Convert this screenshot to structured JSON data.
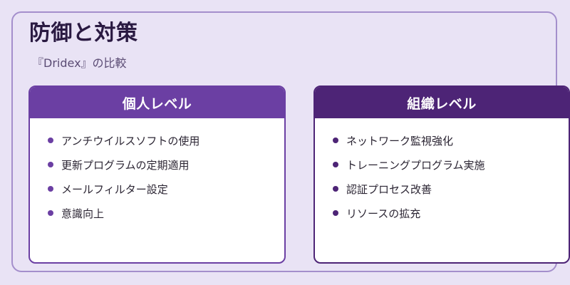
{
  "title": "防御と対策",
  "subtitle": "『Dridex』の比較",
  "cards": [
    {
      "heading": "個人レベル",
      "items": [
        "アンチウイルスソフトの使用",
        "更新プログラムの定期適用",
        "メールフィルター設定",
        "意識向上"
      ]
    },
    {
      "heading": "組織レベル",
      "items": [
        "ネットワーク監視強化",
        "トレーニングプログラム実施",
        "認証プロセス改善",
        "リソースの拡充"
      ]
    }
  ],
  "colors": {
    "background": "#e9e3f5",
    "frame_border": "#a48fcc",
    "personal_accent": "#6b3fa3",
    "org_accent": "#4d2476"
  }
}
